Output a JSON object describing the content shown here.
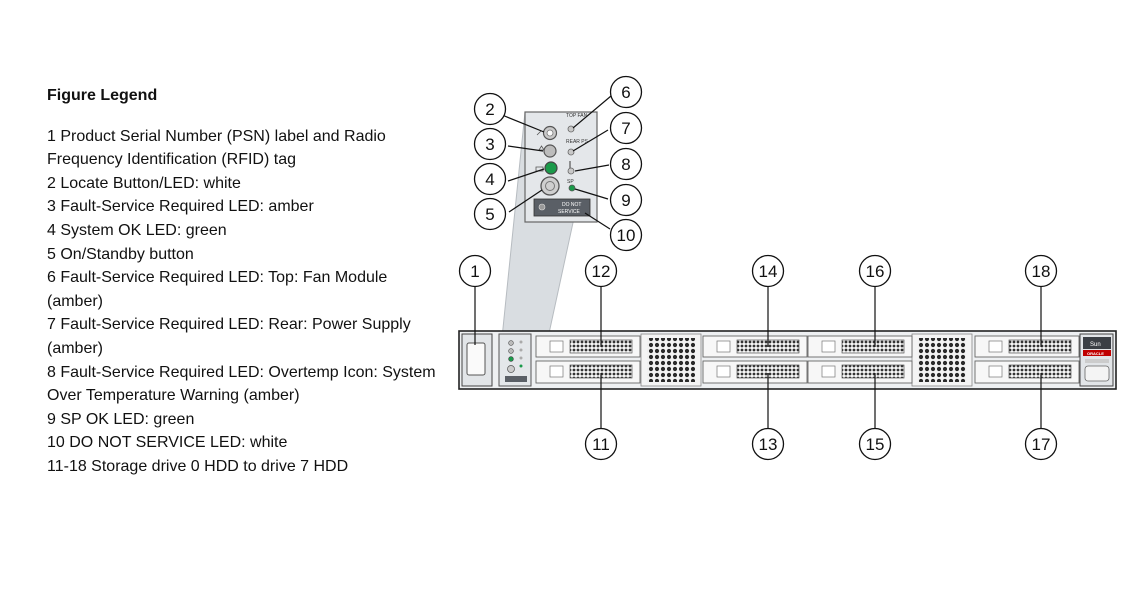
{
  "legend": {
    "title": "Figure Legend",
    "items": [
      "1 Product Serial Number (PSN) label and Radio Frequency Identification (RFID) tag",
      "2 Locate Button/LED: white",
      "3 Fault-Service Required LED: amber",
      "4 System OK LED: green",
      "5 On/Standby button",
      "6 Fault-Service Required LED: Top: Fan Module (amber)",
      "7 Fault-Service Required LED: Rear: Power Supply (amber)",
      "8 Fault-Service Required LED: Overtemp Icon: System Over Temperature Warning (amber)",
      "9 SP OK LED: green",
      "10 DO NOT SERVICE LED: white",
      "11-18 Storage drive 0 HDD to drive 7 HDD"
    ]
  },
  "callouts": [
    "1",
    "2",
    "3",
    "4",
    "5",
    "6",
    "7",
    "8",
    "9",
    "10",
    "11",
    "12",
    "13",
    "14",
    "15",
    "16",
    "17",
    "18"
  ],
  "panel_labels": {
    "top_fan": "TOP FAN",
    "rear_ps": "REAR PS",
    "sp": "SP",
    "do_not_service_1": "DO NOT",
    "do_not_service_2": "SERVICE"
  },
  "badge": {
    "brand": "Sun",
    "vendor": "ORACLE"
  },
  "colors": {
    "system_ok_led": "#1a9a4a",
    "sp_ok_led": "#1a9a4a",
    "server_face": "#eef0f2",
    "vent": "#2a2a2a",
    "badge": "#c00000"
  }
}
